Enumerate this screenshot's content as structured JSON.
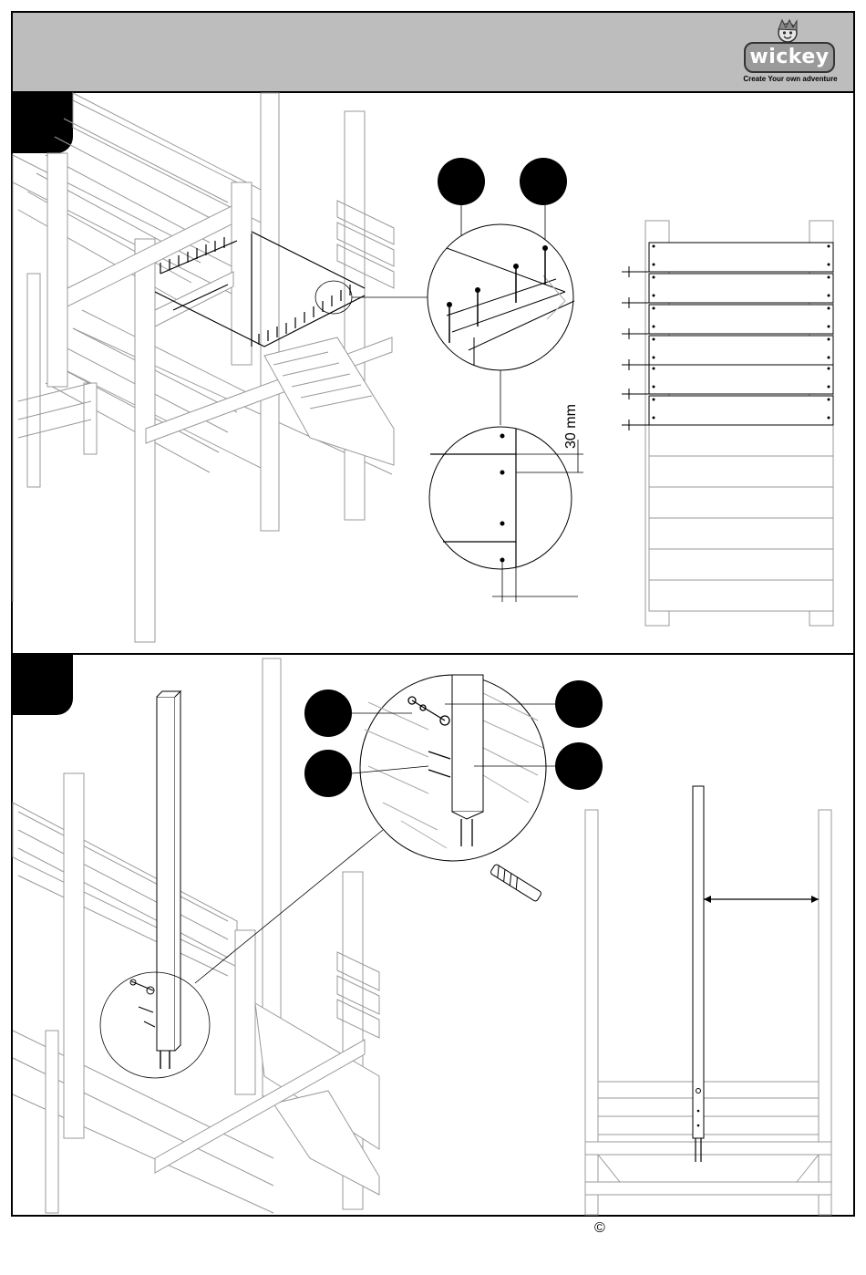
{
  "header": {
    "logo_text": "wickey",
    "logo_tagline": "Create Your own adventure"
  },
  "step1": {
    "dimension_label": "30 mm"
  },
  "footer": {
    "copyright": "©"
  }
}
